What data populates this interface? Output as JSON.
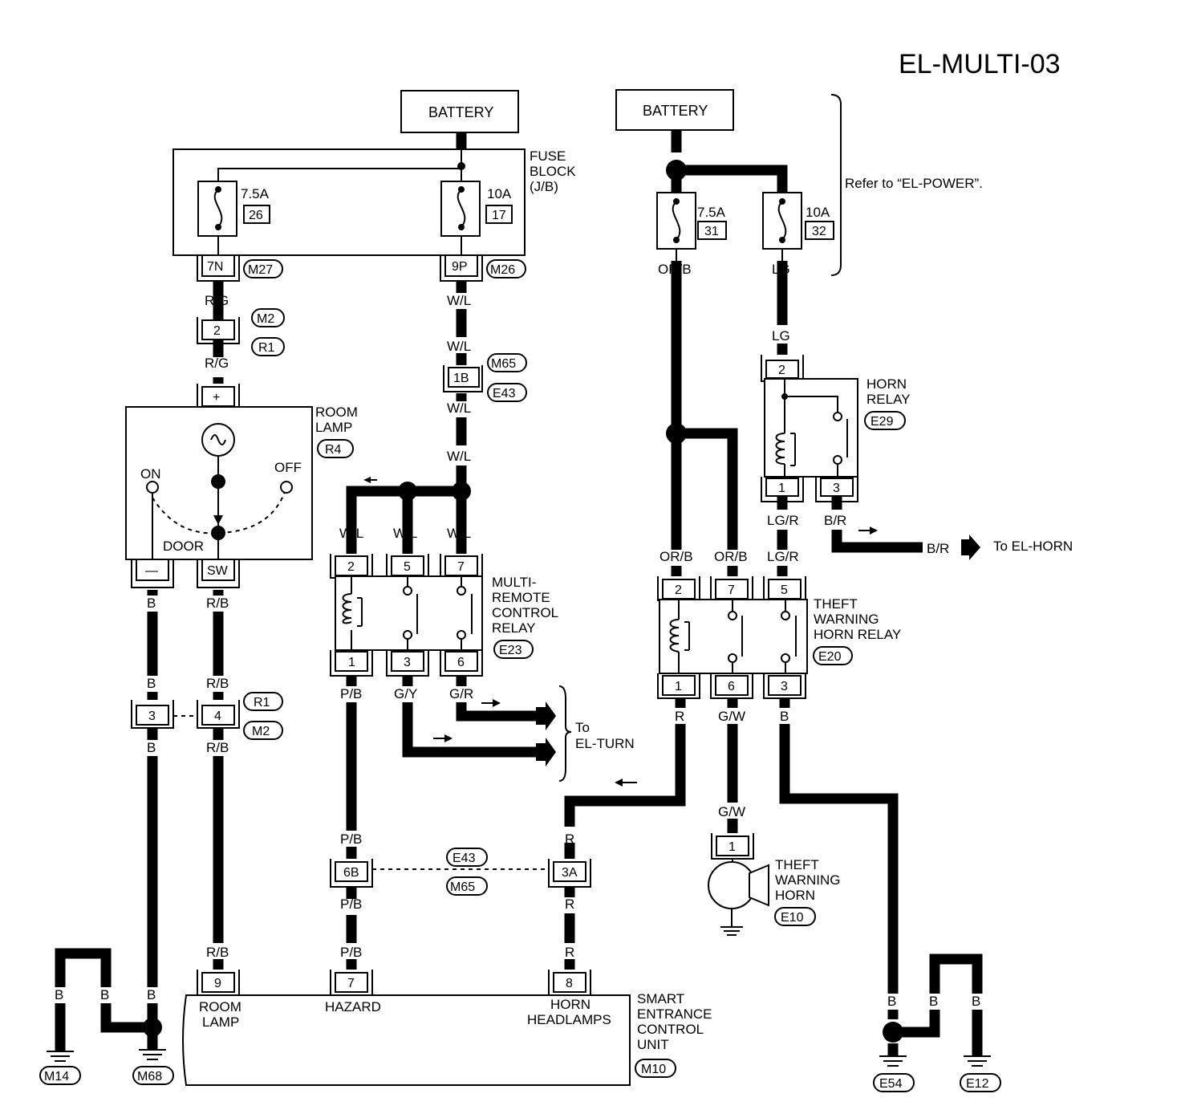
{
  "diagram": {
    "title": "EL-MULTI-03",
    "components": {
      "battery_left": "BATTERY",
      "battery_right": "BATTERY",
      "fuse_block": [
        "FUSE",
        "BLOCK",
        "(J/B)"
      ],
      "fuse_26": {
        "rating": "7.5A",
        "number": "26"
      },
      "fuse_17": {
        "rating": "10A",
        "number": "17"
      },
      "fuse_31": {
        "rating": "7.5A",
        "number": "31"
      },
      "fuse_32": {
        "rating": "10A",
        "number": "32"
      },
      "refer_note": "Refer to “EL-POWER”.",
      "room_lamp": {
        "name": [
          "ROOM",
          "LAMP"
        ],
        "connector": "R4",
        "on": "ON",
        "off": "OFF",
        "door": "DOOR",
        "pin_plus": "+",
        "pin_minus": "—",
        "pin_sw": "SW"
      },
      "horn_relay": {
        "name": [
          "HORN",
          "RELAY"
        ],
        "connector": "E29",
        "pins": [
          "2",
          "1",
          "3"
        ]
      },
      "multi_relay": {
        "name": [
          "MULTI-",
          "REMOTE",
          "CONTROL",
          "RELAY"
        ],
        "connector": "E23",
        "pins_top": [
          "2",
          "5",
          "7"
        ],
        "pins_bottom": [
          "1",
          "3",
          "6"
        ]
      },
      "theft_relay": {
        "name": [
          "THEFT",
          "WARNING",
          "HORN RELAY"
        ],
        "connector": "E20",
        "pins_top": [
          "2",
          "7",
          "5"
        ],
        "pins_bottom": [
          "1",
          "6",
          "3"
        ]
      },
      "theft_horn": {
        "name": [
          "THEFT",
          "WARNING",
          "HORN"
        ],
        "connector": "E10",
        "pin": "1"
      },
      "seu": {
        "name": [
          "SMART",
          "ENTRANCE",
          "CONTROL",
          "UNIT"
        ],
        "connector": "M10",
        "pin_9": "9",
        "pin_7": "7",
        "pin_8": "8",
        "label_room": [
          "ROOM",
          "LAMP"
        ],
        "label_hazard": "HAZARD",
        "label_horn": [
          "HORN",
          "HEADLAMPS"
        ]
      },
      "to_el_turn": [
        "To",
        "EL-TURN"
      ],
      "to_el_horn": "To EL-HORN"
    },
    "connectors": {
      "m27": "M27",
      "m26": "M26",
      "m2a": "M2",
      "r1a": "R1",
      "m65a": "M65",
      "e43a": "E43",
      "r1b": "R1",
      "m2b": "M2",
      "e43b": "E43",
      "m65b": "M65",
      "m14": "M14",
      "m68": "M68",
      "e54": "E54",
      "e12": "E12"
    },
    "pins": {
      "p7n": "7N",
      "p9p": "9P",
      "p2": "2",
      "p1b": "1B",
      "p3": "3",
      "p4": "4",
      "p6b": "6B",
      "p3a": "3A"
    },
    "wire_colors": {
      "rg": "R/G",
      "wl": "W/L",
      "b": "B",
      "rb": "R/B",
      "pb": "P/B",
      "gy": "G/Y",
      "gr": "G/R",
      "orb": "OR/B",
      "lg": "LG",
      "lgr": "LG/R",
      "br": "B/R",
      "r": "R",
      "gw": "G/W"
    }
  }
}
